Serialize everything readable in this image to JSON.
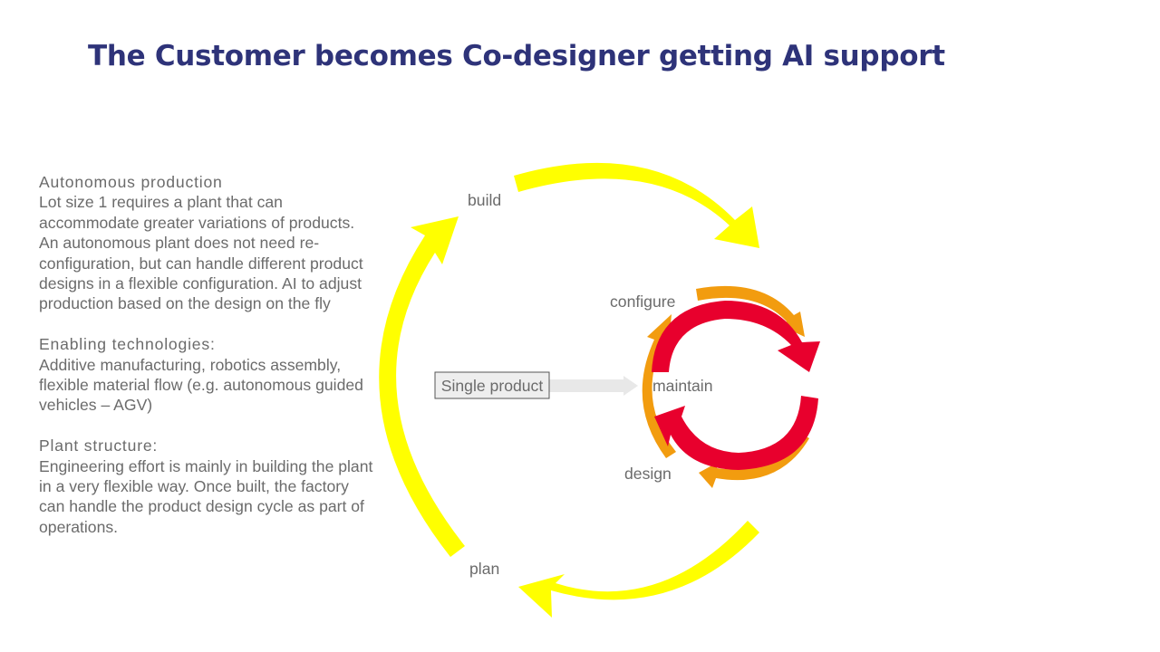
{
  "slide": {
    "title": "The Customer becomes Co-designer getting AI support",
    "title_color": "#2e3379"
  },
  "left_panel": [
    {
      "heading": "Autonomous production",
      "body": "Lot size 1 requires a plant that can accommodate greater variations of products. An autonomous plant does not need re-configuration, but can handle different product designs in a flexible configuration. AI to adjust production based on the design on the fly"
    },
    {
      "heading": "Enabling technologies:",
      "body": "Additive manufacturing, robotics assembly, flexible material flow (e.g. autonomous guided vehicles – AGV)"
    },
    {
      "heading": "Plant structure:",
      "body": "Engineering effort is mainly in building the plant in a very flexible way. Once built, the factory can handle the product design cycle as part of operations."
    }
  ],
  "diagram": {
    "outer_cycle": {
      "stages": [
        "build",
        "plan"
      ],
      "color": "#ffff00"
    },
    "inner_cycle": {
      "stages": [
        "configure",
        "maintain",
        "design"
      ],
      "colors": {
        "outer_ring": "#f29c0f",
        "inner_ring": "#e8002d"
      }
    },
    "input": {
      "label": "Single product",
      "box_fill": "#eeeeee",
      "arrow_color": "#e8e8e8"
    }
  }
}
